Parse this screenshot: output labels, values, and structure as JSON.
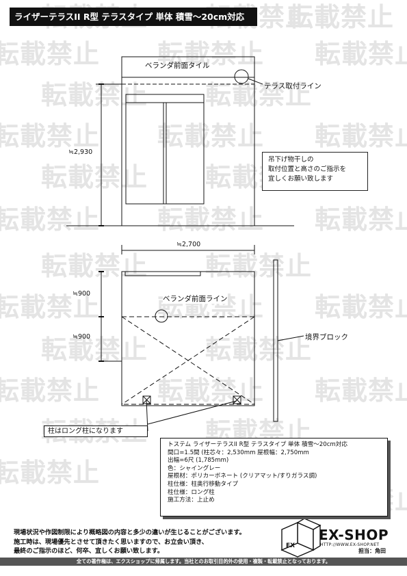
{
  "title": "ライザーテラスII  R型  テラスタイプ  単体  積雪〜20cm対応",
  "watermark_text": "転載禁止",
  "elevation": {
    "label_tile": "ベランダ前面タイル",
    "label_mount": "テラス取付ライン",
    "height_dim": "≒2,930",
    "note_lines": [
      "吊下げ物干しの",
      "取付位置と高さのご指示を",
      "宜しくお願い致します"
    ]
  },
  "plan": {
    "width_dim": "≒2,700",
    "depth_dim_1": "≒900",
    "depth_dim_2": "≒900",
    "label_front_line": "ベランダ前面ライン",
    "label_block": "境界ブロック",
    "pillar_note": "柱はロング柱になります"
  },
  "spec": {
    "lines": [
      "トステム  ライザーテラスII  R型  テラスタイプ  単体  積雪〜20cm対応",
      "間口=1.5間 (柱芯々：2,530mm  屋根幅：2,750mm",
      "出幅=6尺 (1,785mm)",
      "色：シャイングレー",
      "屋根材：ポリカーボネート (クリアマット/すりガラス調)",
      "柱仕様：柱奥行移動タイプ",
      "柱仕様：ロング柱",
      "施工方法：上止め"
    ]
  },
  "footer": {
    "notice_lines": [
      "現場状況や作図制限により概略図の内容と多少の違いが生じることがございます。",
      "施工時は、現場優先とさせて頂きたく思いますので、お立会い頂き、",
      "最終のご指示のほど、何卒、宜しくお願い致します。"
    ],
    "brand": "EX-SHOP",
    "brand_url": "HTTP://WWW.EX-SHOP.NET",
    "person": "担当：角田",
    "copyright": "全ての著作権は、エクスショップに帰属します。当社とのお取引目的外の使用・複製・転載禁止となっております。"
  }
}
